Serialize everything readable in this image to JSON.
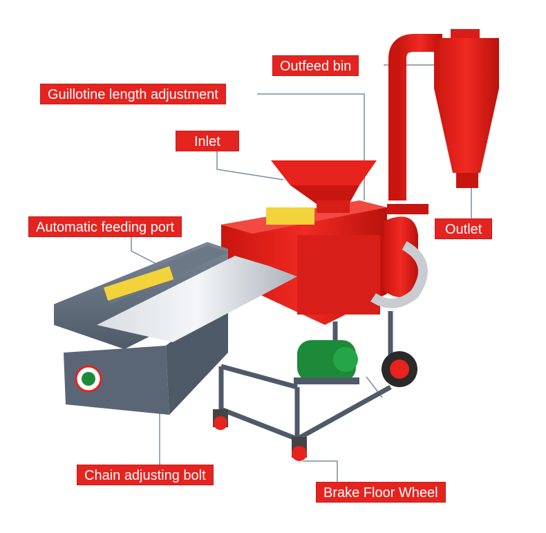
{
  "labels": {
    "outfeed_bin": "Outfeed bin",
    "guillotine": "Guillotine length adjustment",
    "inlet": "Inlet",
    "automatic_feeding_port": "Automatic feeding port",
    "outlet": "Outlet",
    "chain_adjusting_bolt": "Chain adjusting bolt",
    "brake_floor_wheel": "Brake Floor Wheel"
  },
  "colors": {
    "label_bg": "#e52420",
    "machine_red": "#e8221c",
    "machine_gray": "#5f6b7a",
    "leader_line": "#7a8a9a"
  }
}
